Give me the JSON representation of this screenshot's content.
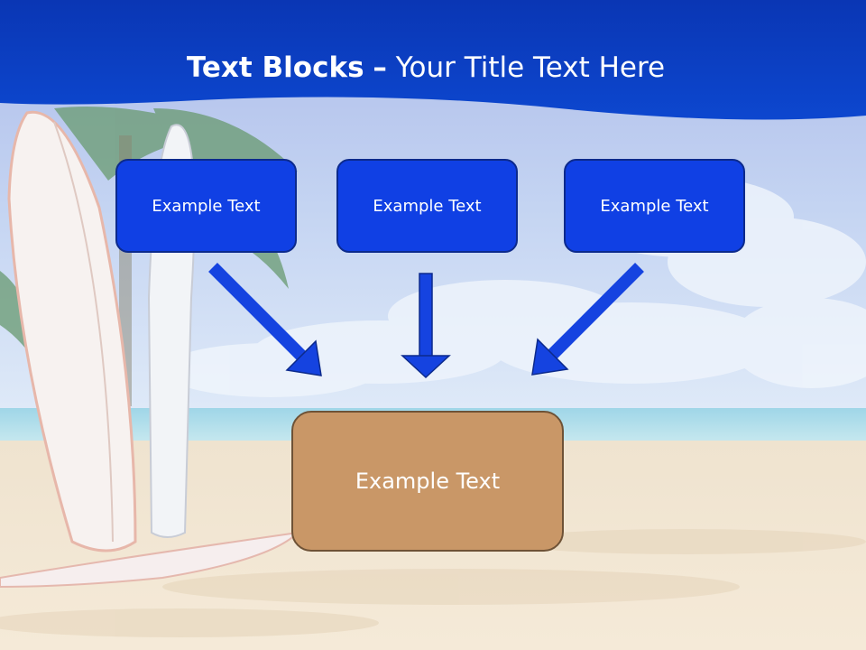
{
  "slide": {
    "title_bold": "Text Blocks",
    "title_dash": "–",
    "title_rest": "Your Title Text Here"
  },
  "blocks": {
    "top": [
      "Example Text",
      "Example Text",
      "Example Text"
    ],
    "bottom": "Example Text"
  },
  "colors": {
    "header_blue": "#0a3fc6",
    "box_blue": "#1040e4",
    "box_tan": "#c99767",
    "arrow_blue": "#1543e0"
  },
  "icons": [
    "down-right-arrow-icon",
    "down-arrow-icon",
    "down-left-arrow-icon"
  ]
}
